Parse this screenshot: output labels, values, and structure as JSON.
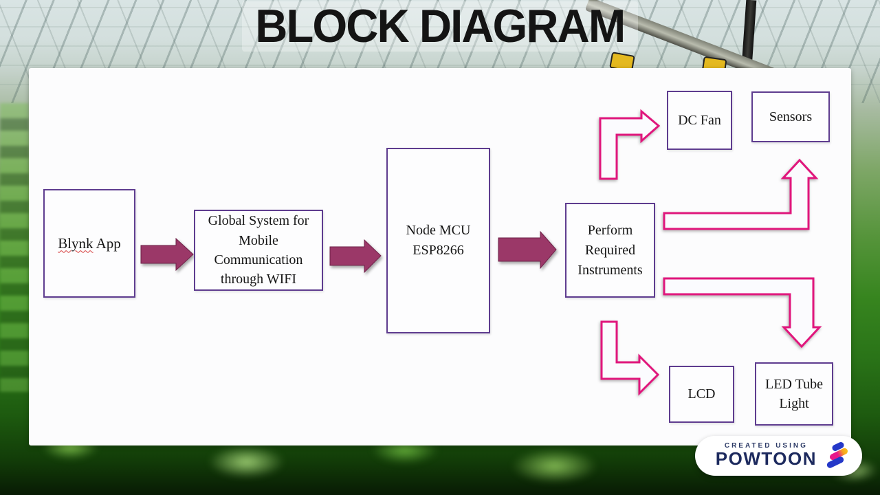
{
  "header": {
    "title": "BLOCK DIAGRAM"
  },
  "diagram": {
    "nodes": [
      {
        "id": "blynk",
        "label": "Blynk App",
        "word": "Blynk",
        "rest": "App"
      },
      {
        "id": "gsm",
        "label": "Global System for Mobile Communication through WIFI"
      },
      {
        "id": "nodemcu",
        "label": "Node MCU ESP8266"
      },
      {
        "id": "perform",
        "label": "Perform Required Instruments"
      },
      {
        "id": "dcfan",
        "label": "DC Fan"
      },
      {
        "id": "sensors",
        "label": "Sensors"
      },
      {
        "id": "lcd",
        "label": "LCD"
      },
      {
        "id": "ledtube",
        "label": "LED Tube Light"
      }
    ],
    "solid_arrows": [
      {
        "from": "Blynk App",
        "to": "Global System for Mobile Communication through WIFI"
      },
      {
        "from": "Global System for Mobile Communication through WIFI",
        "to": "Node MCU ESP8266"
      },
      {
        "from": "Node MCU ESP8266",
        "to": "Perform Required Instruments"
      }
    ],
    "outline_arrows": [
      {
        "from": "Perform Required Instruments",
        "to": "DC Fan"
      },
      {
        "from": "Perform Required Instruments",
        "to": "Sensors"
      },
      {
        "from": "Perform Required Instruments",
        "to": "LCD"
      },
      {
        "from": "Perform Required Instruments",
        "to": "LED Tube Light"
      }
    ]
  },
  "colors": {
    "box_border": "#5E3C8F",
    "solid_arrow": "#9B3768",
    "outline_arrow": "#E0187C",
    "title_text": "#141414",
    "brand_navy": "#1d2a5e",
    "panel": "#fcfcfd"
  },
  "badge": {
    "created_using": "CREATED USING",
    "brand": "POWTOON",
    "icon": "powtoon-stripes-icon"
  }
}
